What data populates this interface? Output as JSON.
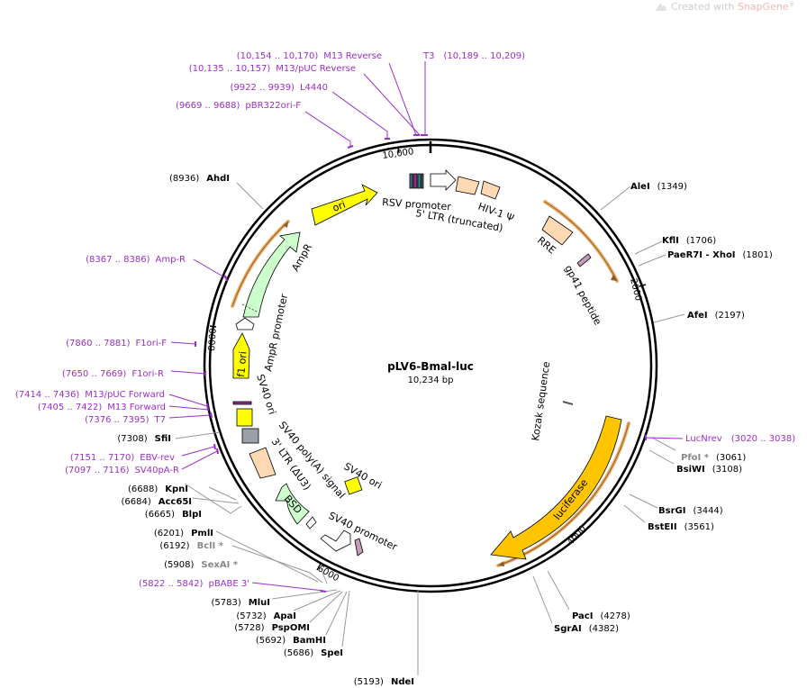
{
  "watermark": {
    "prefix": "Created with ",
    "brand": "SnapGene",
    "reg": "®"
  },
  "plasmid": {
    "name": "pLV6-Bmal-luc",
    "size": "10,234 bp"
  },
  "ticks": [
    "10,000",
    "2000",
    "4000",
    "6000",
    "8000"
  ],
  "colors": {
    "backbone": "#000000",
    "primer": "#9a2fc7",
    "orange_arrow": "#f0b26a",
    "luciferase": "#ffc600",
    "ori": "#ffff00",
    "ampr": "#ccffcc",
    "ltr": "#ffd9b3"
  },
  "sites": [
    {
      "name": "AleI",
      "pos": "(1349)"
    },
    {
      "name": "KflI",
      "pos": "(1706)"
    },
    {
      "name": "PaeR7I",
      "sep": " - ",
      "name2": "XhoI",
      "pos": "(1801)"
    },
    {
      "name": "AfeI",
      "pos": "(2197)"
    },
    {
      "name": "PfoI *",
      "pos": "(3061)"
    },
    {
      "name": "BsiWI",
      "pos": "(3108)"
    },
    {
      "name": "BsrGI",
      "pos": "(3444)"
    },
    {
      "name": "BstEII",
      "pos": "(3561)"
    },
    {
      "name": "PacI",
      "pos": "(4278)"
    },
    {
      "name": "SgrAI",
      "pos": "(4382)"
    },
    {
      "name": "NdeI",
      "pos": "(5193)"
    },
    {
      "name": "SpeI",
      "pos": "(5686)"
    },
    {
      "name": "BamHI",
      "pos": "(5692)"
    },
    {
      "name": "PspOMI",
      "pos": "(5728)"
    },
    {
      "name": "ApaI",
      "pos": "(5732)"
    },
    {
      "name": "MluI",
      "pos": "(5783)"
    },
    {
      "name": "SexAI *",
      "pos": "(5908)"
    },
    {
      "name": "BclI *",
      "pos": "(6192)"
    },
    {
      "name": "PmlI",
      "pos": "(6201)"
    },
    {
      "name": "BlpI",
      "pos": "(6665)"
    },
    {
      "name": "Acc65I",
      "pos": "(6684)"
    },
    {
      "name": "KpnI",
      "pos": "(6688)"
    },
    {
      "name": "SfiI",
      "pos": "(7308)"
    },
    {
      "name": "AhdI",
      "pos": "(8936)"
    }
  ],
  "primers": [
    {
      "range": "(10,154 .. 10,170)",
      "name": "M13 Reverse"
    },
    {
      "range": "(10,135 .. 10,157)",
      "name": "M13/pUC Reverse"
    },
    {
      "name": "T3",
      "range": "(10,189 .. 10,209)"
    },
    {
      "range": "(9922 .. 9939)",
      "name": "L4440"
    },
    {
      "range": "(9669 .. 9688)",
      "name": "pBR322ori-F"
    },
    {
      "range": "(8367 .. 8386)",
      "name": "Amp-R"
    },
    {
      "range": "(7860 .. 7881)",
      "name": "F1ori-F"
    },
    {
      "range": "(7650 .. 7669)",
      "name": "F1ori-R"
    },
    {
      "range": "(7414 .. 7436)",
      "name": "M13/pUC Forward"
    },
    {
      "range": "(7405 .. 7422)",
      "name": "M13 Forward"
    },
    {
      "range": "(7376 .. 7395)",
      "name": "T7"
    },
    {
      "range": "(7151 .. 7170)",
      "name": "EBV-rev"
    },
    {
      "range": "(7097 .. 7116)",
      "name": "SV40pA-R"
    },
    {
      "range": "(5822 .. 5842)",
      "name": "pBABE 3'"
    },
    {
      "name": "LucNrev",
      "range": "(3020 .. 3038)"
    }
  ],
  "features": {
    "rsv_promoter": "RSV promoter",
    "ltr5": "5' LTR (truncated)",
    "hiv_psi": "HIV-1 Ψ",
    "rre": "RRE",
    "gp41": "gp41 peptide",
    "kozak": "Kozak sequence",
    "luciferase": "luciferase",
    "sv40_promoter": "SV40 promoter",
    "sv40_ori_inner": "SV40 ori",
    "bsd": "BSD",
    "ltr3": "3' LTR (ΔU3)",
    "sv40_polya": "SV40 poly(A) signal",
    "sv40_ori_left": "SV40 ori",
    "f1_ori": "f1 ori",
    "ampr_promoter": "AmpR promoter",
    "ampr": "AmpR",
    "ori": "ori"
  }
}
